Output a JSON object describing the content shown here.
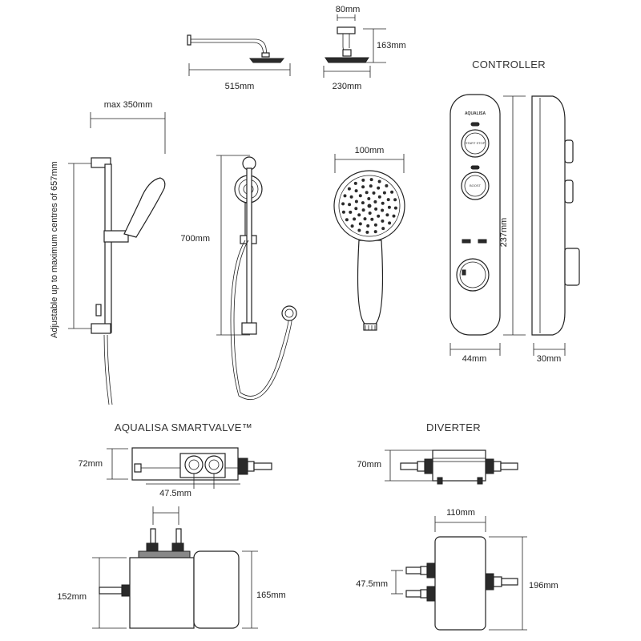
{
  "labels": {
    "fixed_head_arm": "515mm",
    "fixed_head_drop_width": "80mm",
    "fixed_head_height": "163mm",
    "fixed_head_width": "230mm",
    "controller_heading": "CONTROLLER",
    "rail_max": "max 350mm",
    "rail_adjustable": "Adjustable up to maximum centres of 657mm",
    "rail_height": "700mm",
    "handset_diameter": "100mm",
    "controller_height": "237mm",
    "controller_width": "44mm",
    "controller_depth": "30mm",
    "smartvalve_heading": "AQUALISA SMARTVALVE™",
    "diverter_heading": "DIVERTER",
    "smartvalve_depth": "72mm",
    "smartvalve_inlet_centres": "47.5mm",
    "smartvalve_body_height": "152mm",
    "smartvalve_total_height": "165mm",
    "diverter_depth": "70mm",
    "diverter_width": "110mm",
    "diverter_outlet_centres": "47.5mm",
    "diverter_height": "196mm"
  },
  "controller": {
    "logo_text": "AQUALISA",
    "button_top_text": "START STOP",
    "button_bottom_text": "BOOST"
  }
}
